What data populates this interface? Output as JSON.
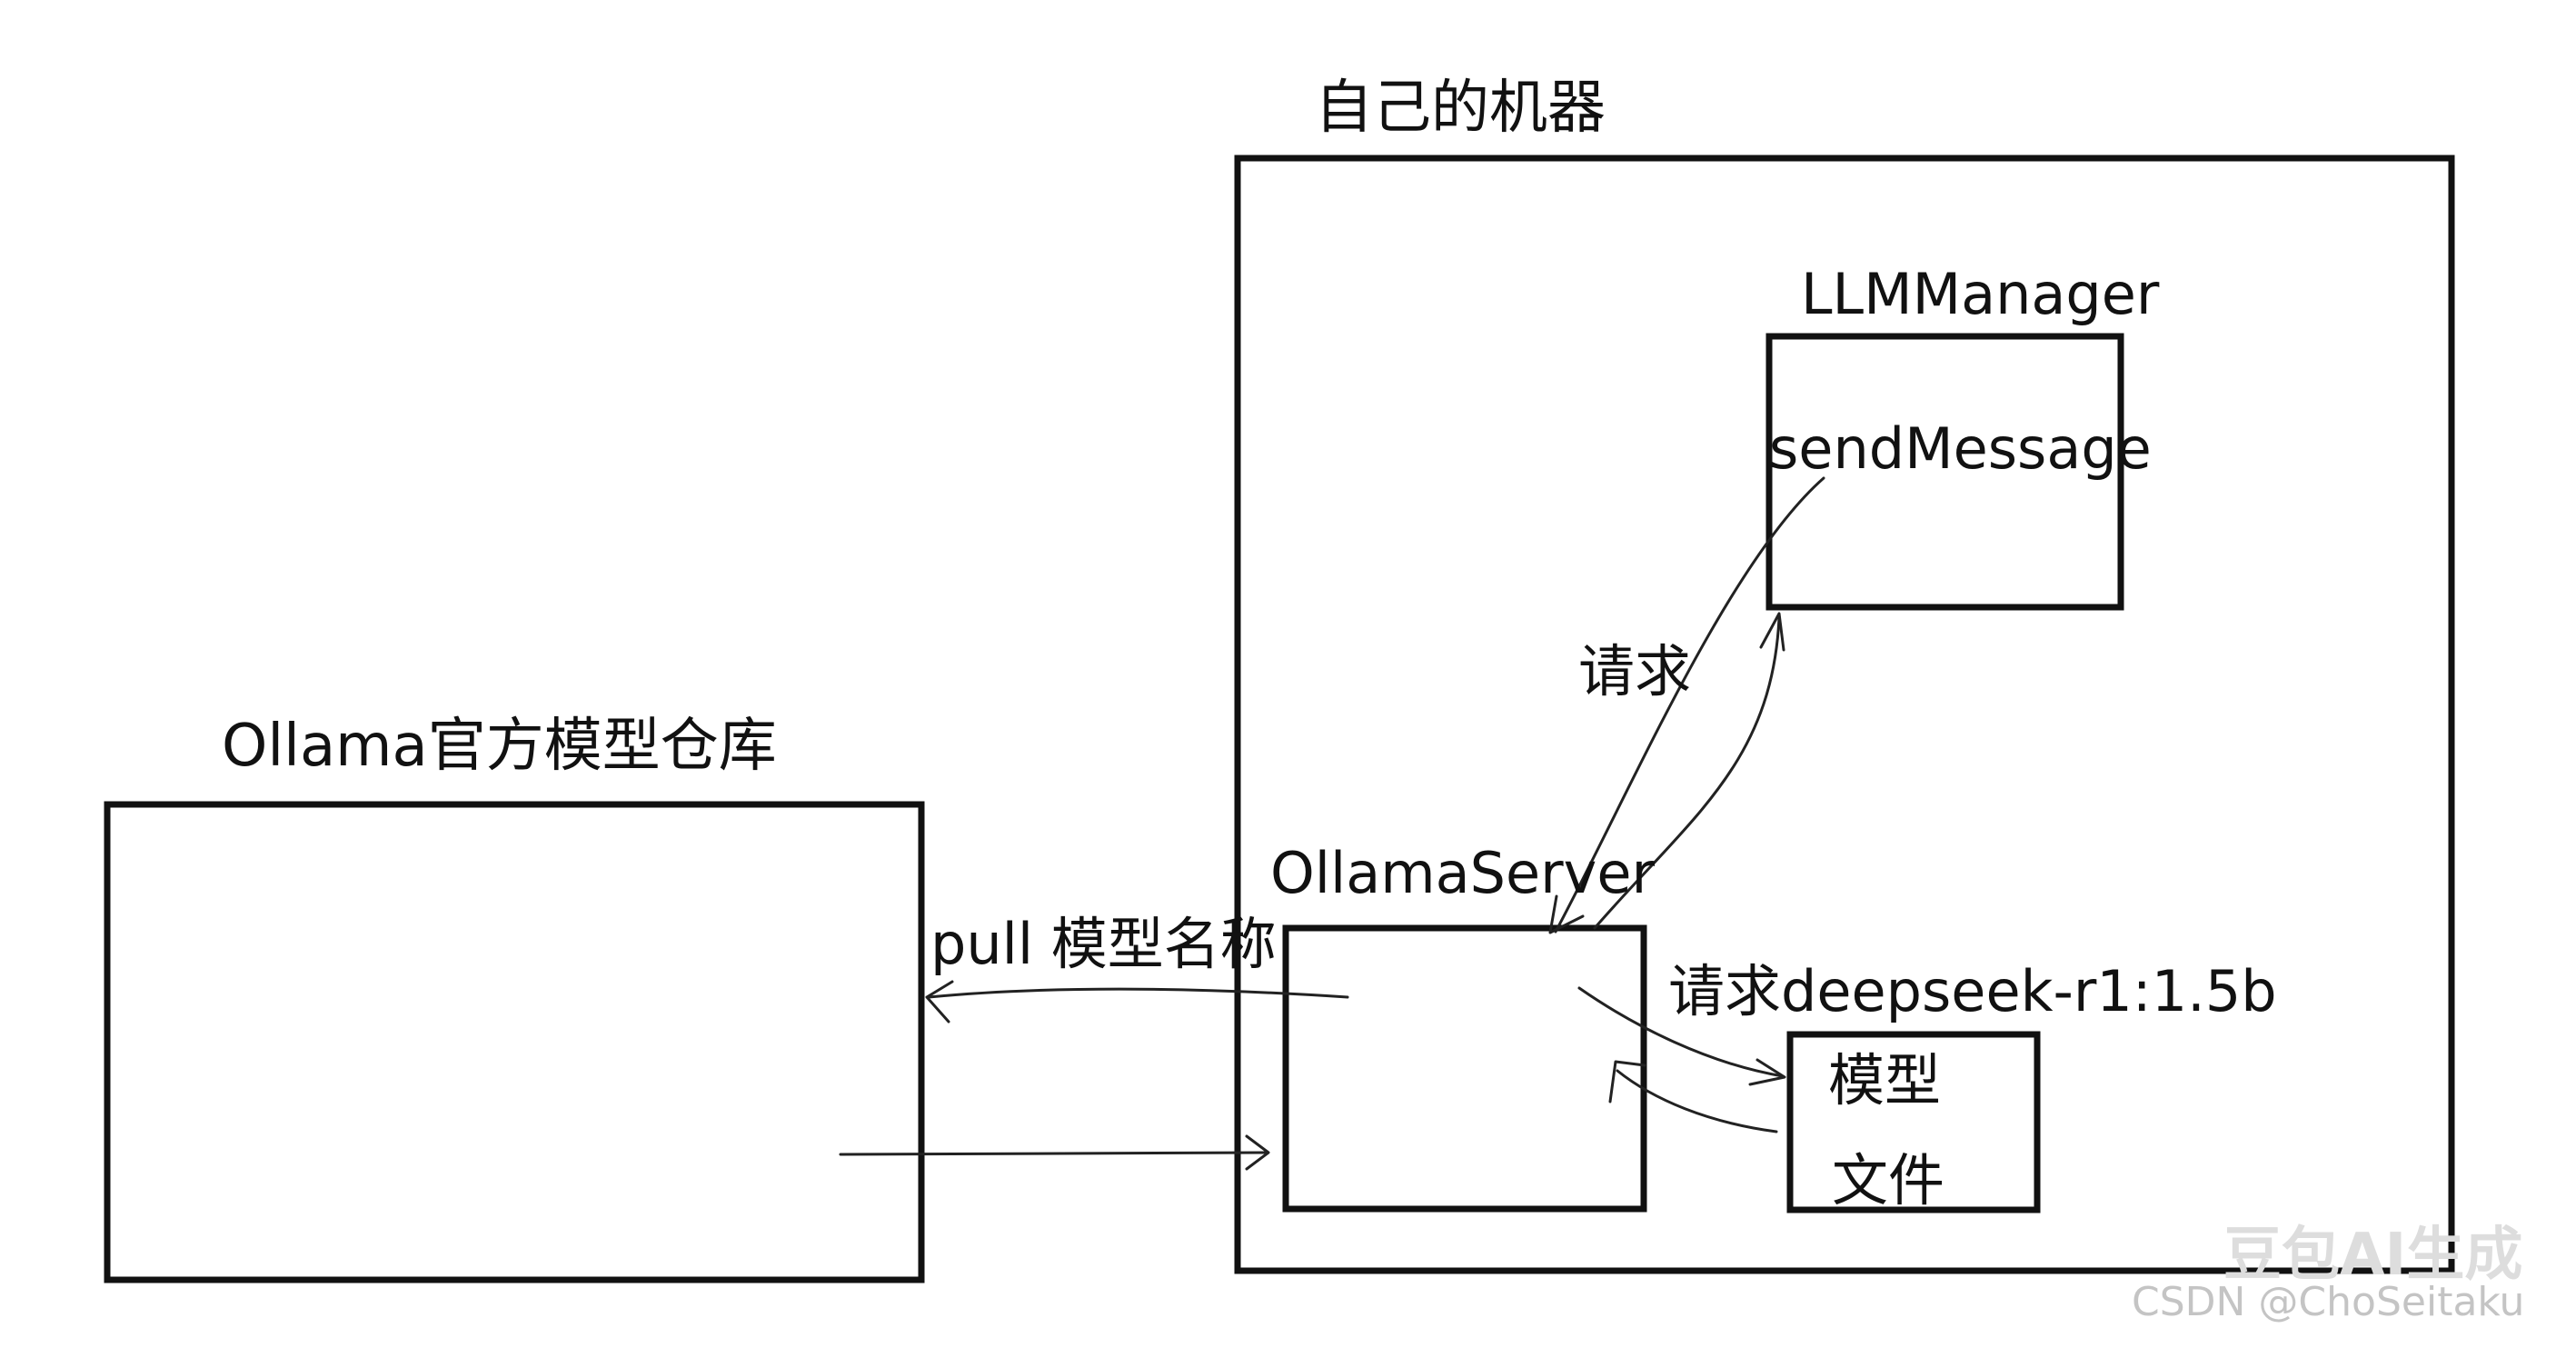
{
  "diagram": {
    "own_machine_label": "自己的机器",
    "repo_label": "Ollama官方模型仓库",
    "llm_manager_label": "LLMManager",
    "send_message_label": "sendMessage",
    "request_label_1": "请求",
    "ollama_server_label": "OllamaServer",
    "pull_label": "pull 模型名称",
    "request_model_label": "请求deepseek-r1:1.5b",
    "model_file_line1": "模型",
    "model_file_line2": "文件"
  },
  "watermark": {
    "brand": "豆包AI生成",
    "credit": "CSDN @ChoSeitaku"
  }
}
